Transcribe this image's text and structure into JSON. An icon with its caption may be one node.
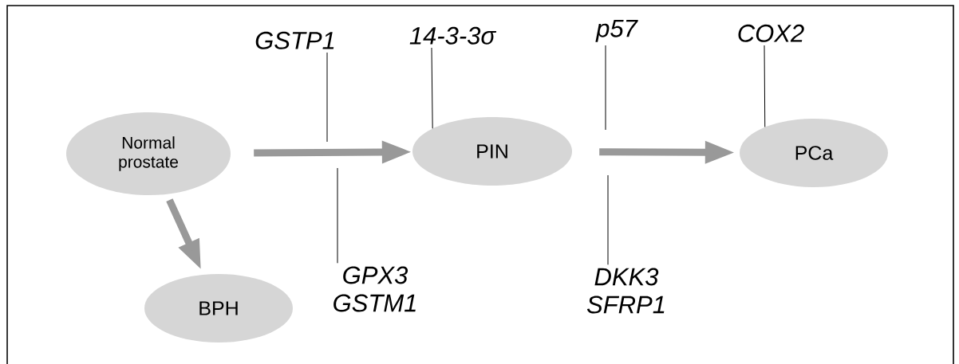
{
  "diagram": {
    "nodes": [
      {
        "text": [
          "Normal prostate"
        ]
      },
      {
        "text": [
          "PIN"
        ]
      },
      {
        "text": [
          "PCa"
        ]
      },
      {
        "text": [
          "BPH"
        ]
      },
      {
        "text": [
          "GSTP1"
        ]
      },
      {
        "text": [
          "14-3-3σ"
        ]
      },
      {
        "text": [
          "p57"
        ]
      },
      {
        "text": [
          "COX2"
        ]
      },
      {
        "text": [
          "GPX3",
          "GSTM1"
        ]
      },
      {
        "text": [
          "DKK3",
          "SFRP1"
        ]
      }
    ],
    "edges": [
      {
        "from": 0,
        "to": 1,
        "arrow": "to",
        "style": "thick",
        "color": "#999999"
      },
      {
        "from": 1,
        "to": 2,
        "arrow": "to",
        "style": "thick",
        "color": "#999999"
      },
      {
        "from": 0,
        "to": 3,
        "arrow": "to",
        "style": "thick",
        "color": "#999999"
      },
      {
        "from": 4,
        "to": null,
        "arrow": "none"
      },
      {
        "from": 5,
        "to": 1,
        "arrow": "none"
      },
      {
        "from": 8,
        "to": null,
        "arrow": "none"
      },
      {
        "from": 6,
        "to": null,
        "arrow": "none"
      },
      {
        "from": 9,
        "to": null,
        "arrow": "none"
      },
      {
        "from": 7,
        "to": 2,
        "arrow": "none"
      }
    ]
  }
}
